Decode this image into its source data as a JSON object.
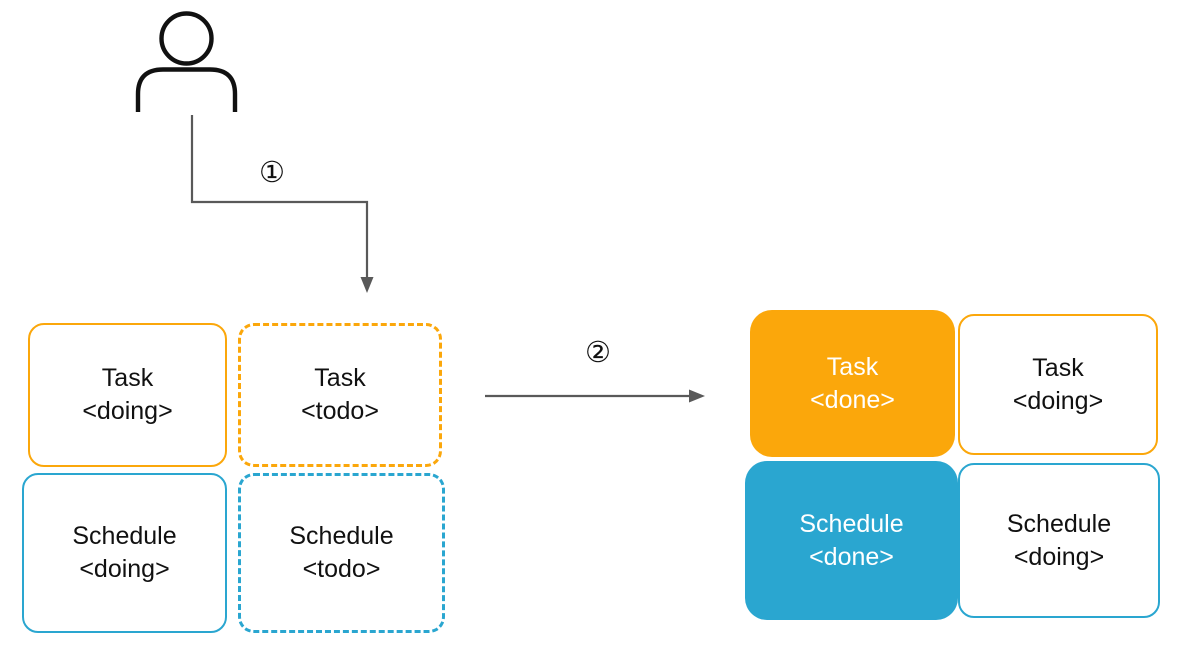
{
  "colors": {
    "orange": "#FBA70B",
    "blue": "#2AA6D0",
    "arrow": "#595959",
    "ink": "#111111",
    "box_bg": "#FFFFFF",
    "text_on_fill": "#FFFFFF"
  },
  "steps": {
    "step1_label": "①",
    "step2_label": "②"
  },
  "actor": {
    "icon": "person-icon"
  },
  "left_group": {
    "boxes": [
      {
        "title": "Task",
        "state": "<doing>",
        "color": "orange",
        "style": "solid"
      },
      {
        "title": "Task",
        "state": "<todo>",
        "color": "orange",
        "style": "dashed"
      },
      {
        "title": "Schedule",
        "state": "<doing>",
        "color": "blue",
        "style": "solid"
      },
      {
        "title": "Schedule",
        "state": "<todo>",
        "color": "blue",
        "style": "dashed"
      }
    ]
  },
  "right_group": {
    "boxes": [
      {
        "title": "Task",
        "state": "<done>",
        "color": "orange",
        "style": "filled"
      },
      {
        "title": "Task",
        "state": "<doing>",
        "color": "orange",
        "style": "solid"
      },
      {
        "title": "Schedule",
        "state": "<done>",
        "color": "blue",
        "style": "filled"
      },
      {
        "title": "Schedule",
        "state": "<doing>",
        "color": "blue",
        "style": "solid"
      }
    ]
  }
}
